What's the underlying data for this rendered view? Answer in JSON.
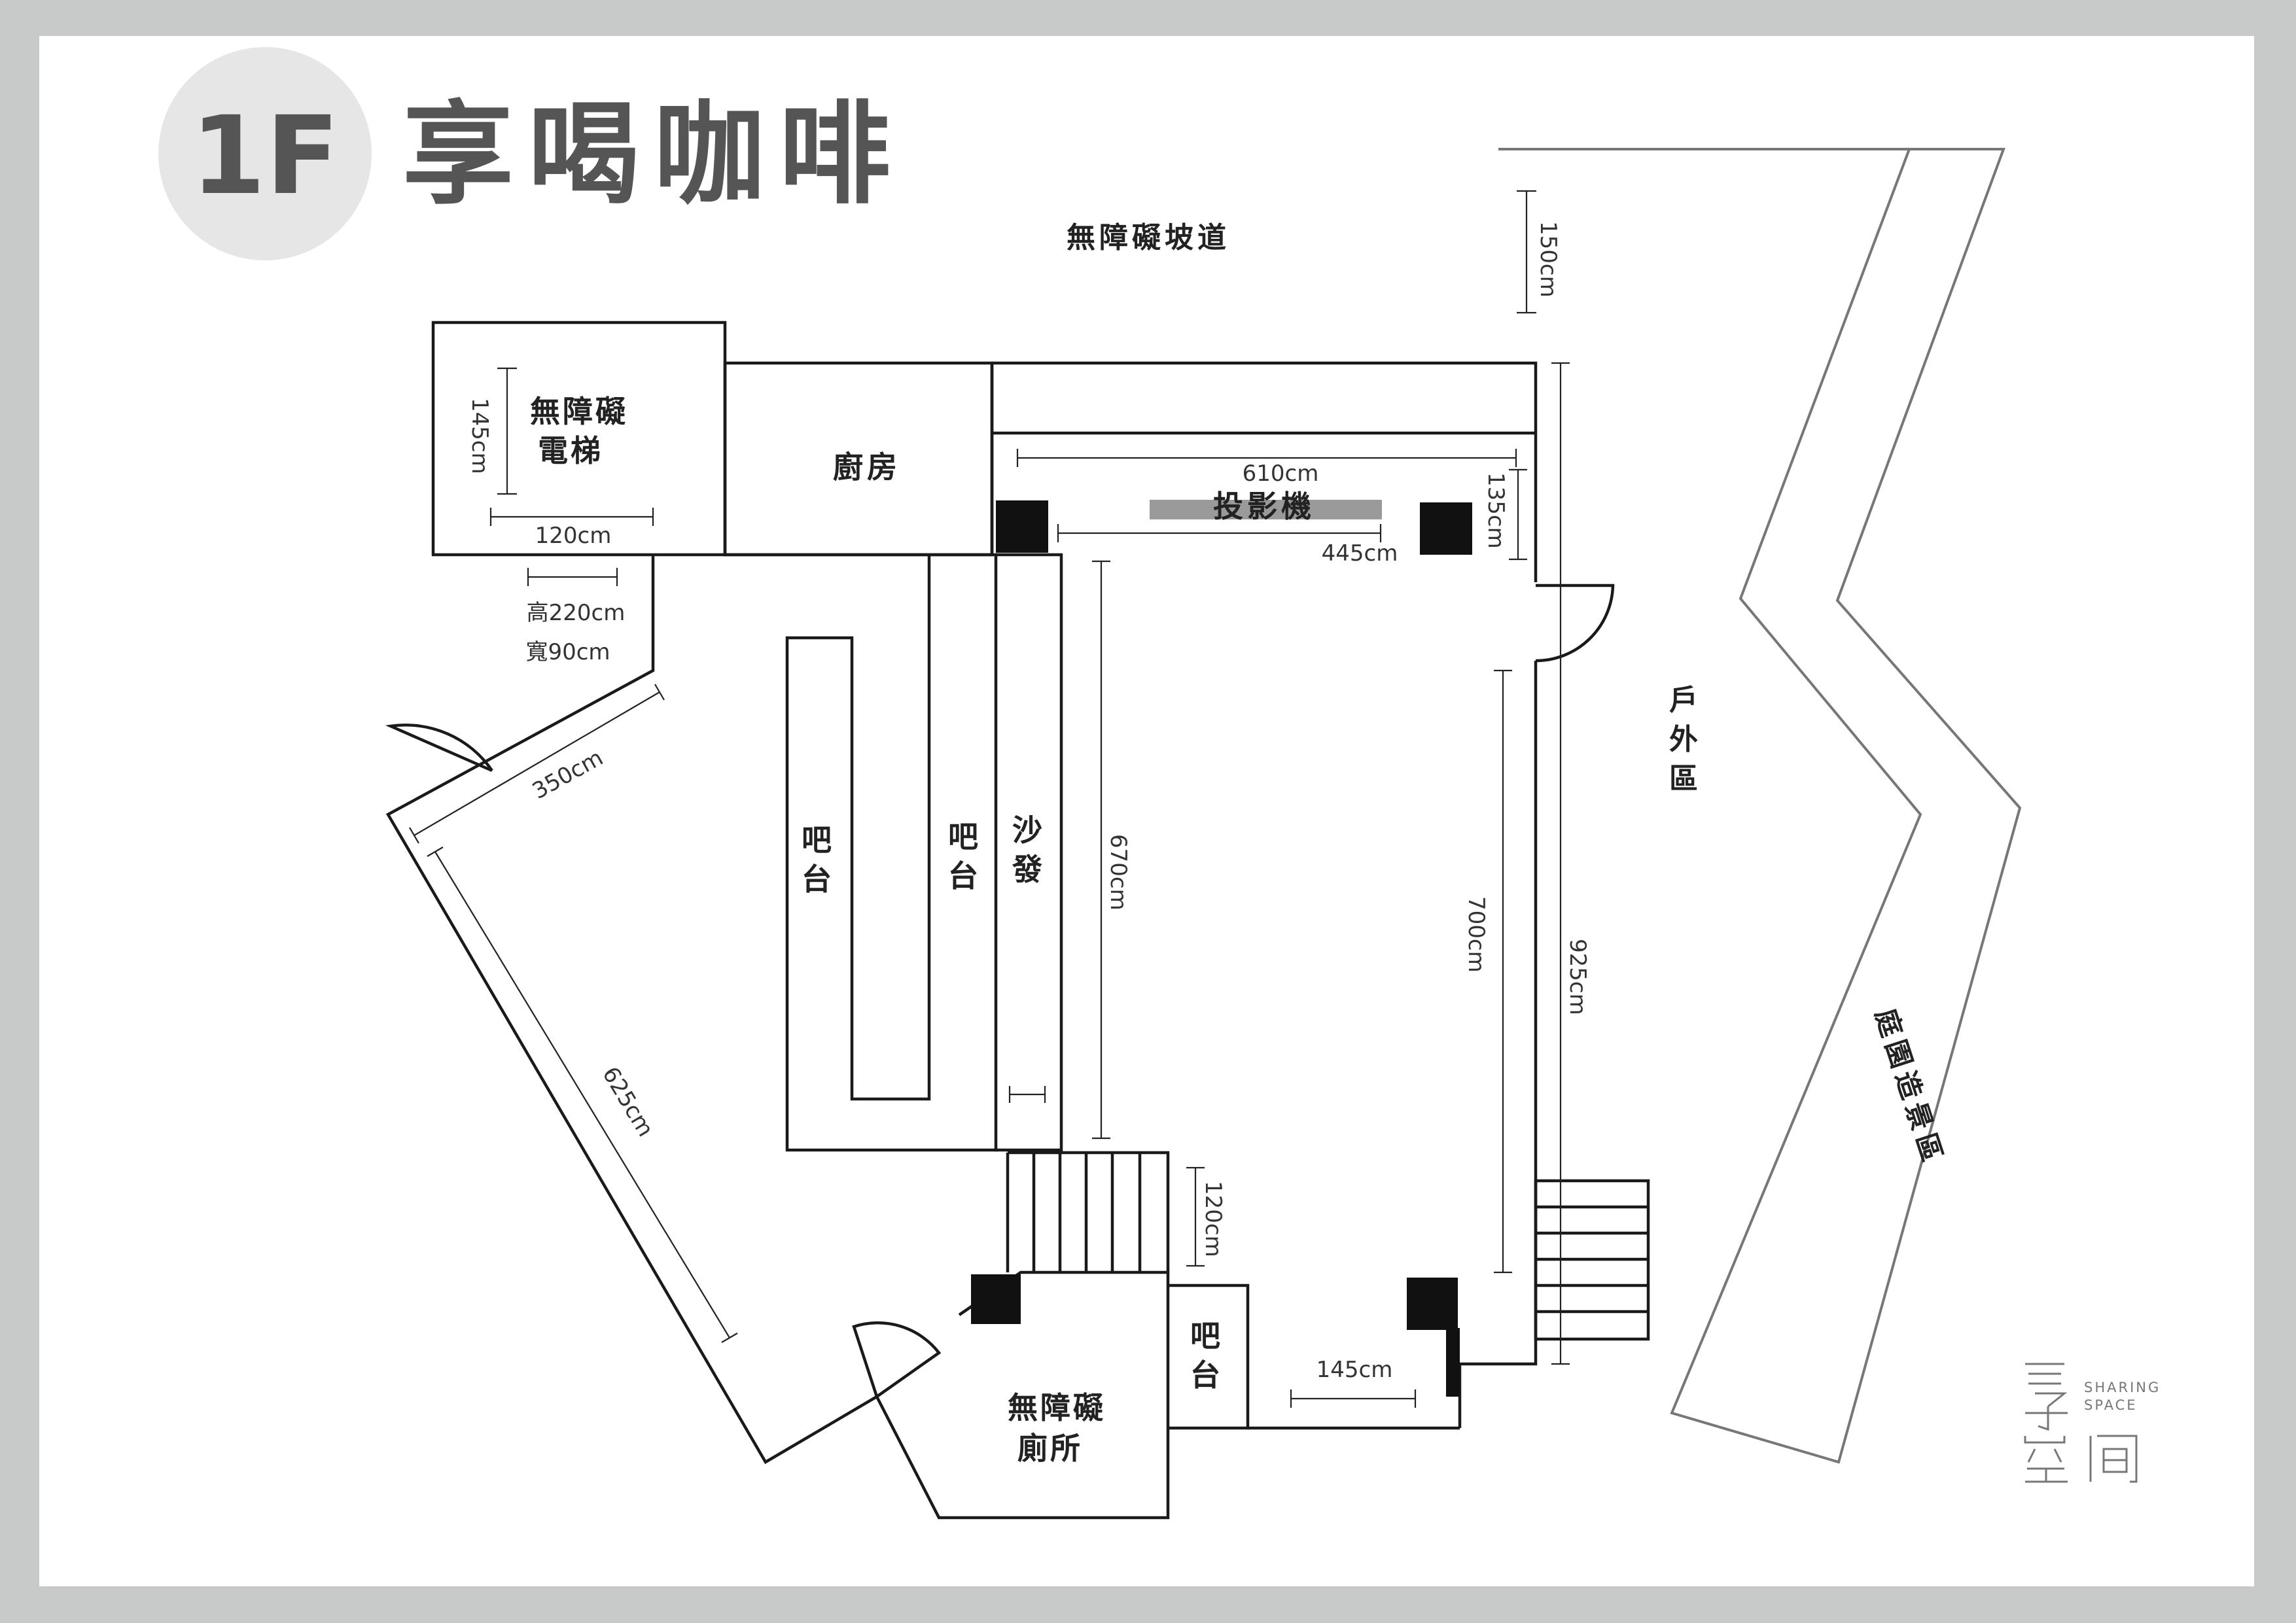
{
  "header": {
    "floor": "1F",
    "title": "享喝咖啡"
  },
  "rooms": {
    "ramp": "無障礙坡道",
    "elevator_line1": "無障礙",
    "elevator_line2": "電梯",
    "kitchen": "廚房",
    "projector": "投影機",
    "bar_left_1": "吧",
    "bar_left_2": "台",
    "bar_mid_1": "吧",
    "bar_mid_2": "台",
    "sofa_1": "沙",
    "sofa_2": "發",
    "bar_bottom_1": "吧",
    "bar_bottom_2": "台",
    "restroom_line1": "無障礙",
    "restroom_line2": "廁所",
    "outdoor_1": "戶",
    "outdoor_2": "外",
    "outdoor_3": "區",
    "garden": "庭園造景區"
  },
  "dimensions": {
    "ramp_150": "150cm",
    "elev_145": "145cm",
    "elev_120": "120cm",
    "door_height": "高220cm",
    "door_width": "寬90cm",
    "room_610": "610cm",
    "room_135": "135cm",
    "room_445": "445cm",
    "wall_350": "350cm",
    "wall_625": "625cm",
    "room_670": "670cm",
    "room_700": "700cm",
    "room_925": "925cm",
    "stairs_120": "120cm",
    "bottom_145": "145cm"
  },
  "logo": {
    "line1": "SHARING",
    "line2": "SPACE",
    "chars": "享空间"
  },
  "colors": {
    "border": "#c8c9c9",
    "paper": "#ffffff",
    "circle": "#e6e6e6",
    "header_text": "#555555",
    "projector_bar": "#9a9a9a",
    "garden_wall": "#777777"
  }
}
